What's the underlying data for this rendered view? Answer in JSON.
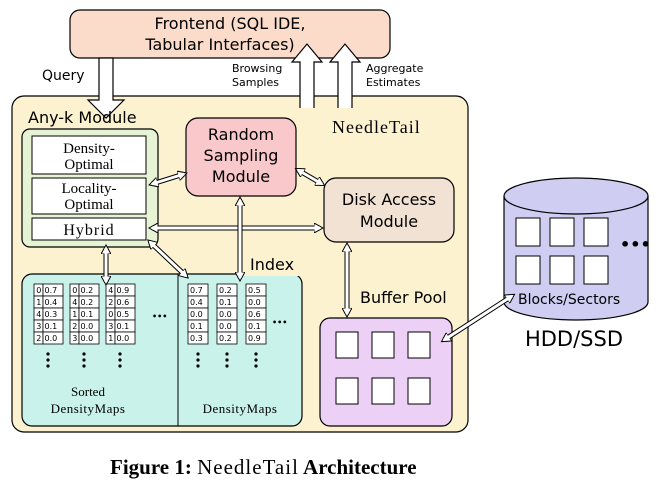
{
  "frontend": {
    "line1": "Frontend (SQL IDE,",
    "line2": "Tabular Interfaces)"
  },
  "arrows": {
    "query": "Query",
    "browsing": [
      "Browsing",
      "Samples"
    ],
    "aggregate": [
      "Aggregate",
      "Estimates"
    ]
  },
  "system_name": "NeedleTail",
  "anyk": {
    "title": "Any-k Module",
    "density_optimal": [
      "Density-",
      "Optimal"
    ],
    "locality_optimal": [
      "Locality-",
      "Optimal"
    ],
    "hybrid": "Hybrid"
  },
  "random_sampling": [
    "Random",
    "Sampling",
    "Module"
  ],
  "disk_access": [
    "Disk Access",
    "Module"
  ],
  "index": {
    "title": "Index",
    "sorted_label": [
      "Sorted",
      "DensityMaps"
    ],
    "density_label": "DensityMaps",
    "ellipsis": "•••",
    "sorted_maps": [
      [
        [
          "0",
          "0.7"
        ],
        [
          "1",
          "0.4"
        ],
        [
          "4",
          "0.3"
        ],
        [
          "3",
          "0.1"
        ],
        [
          "2",
          "0.0"
        ]
      ],
      [
        [
          "0",
          "0.2"
        ],
        [
          "4",
          "0.2"
        ],
        [
          "1",
          "0.1"
        ],
        [
          "2",
          "0.0"
        ],
        [
          "3",
          "0.0"
        ]
      ],
      [
        [
          "4",
          "0.9"
        ],
        [
          "2",
          "0.6"
        ],
        [
          "0",
          "0.5"
        ],
        [
          "3",
          "0.1"
        ],
        [
          "1",
          "0.0"
        ]
      ]
    ],
    "density_maps": [
      [
        "0.7",
        "0.4",
        "0.0",
        "0.1",
        "0.3"
      ],
      [
        "0.2",
        "0.1",
        "0.0",
        "0.0",
        "0.2"
      ],
      [
        "0.5",
        "0.0",
        "0.6",
        "0.1",
        "0.9"
      ]
    ]
  },
  "buffer_pool": "Buffer Pool",
  "storage": {
    "blocks_label": "Blocks/Sectors",
    "device": "HDD/SSD",
    "ellipsis": "•••"
  },
  "caption": {
    "prefix": "Figure 1: ",
    "name": "NeedleTail",
    "suffix": " Architecture"
  },
  "colors": {
    "frontend": "#fbdccb",
    "needletail": "#fdf2cf",
    "anyk": "#e6f3d5",
    "random": "#f8c8cb",
    "disk": "#f2e2d3",
    "index": "#c9f3ea",
    "buffer": "#ecd0f5",
    "storage": "#cfcdf2"
  }
}
